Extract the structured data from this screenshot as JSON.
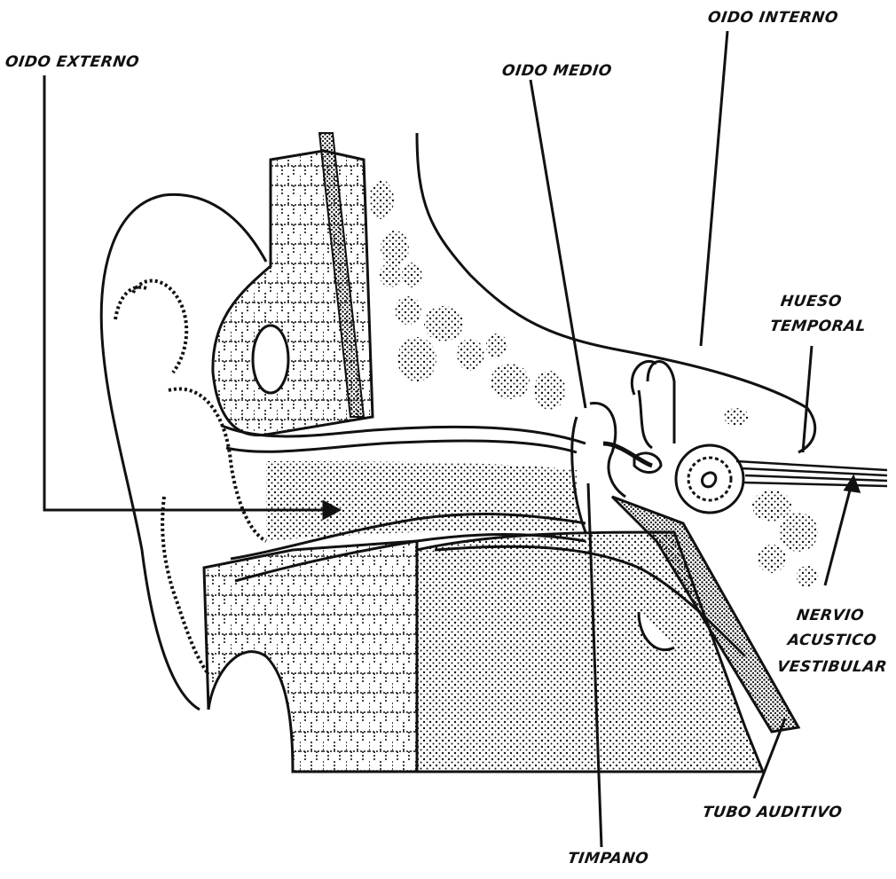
{
  "labels": {
    "oido_externo": "OIDO EXTERNO",
    "oido_medio": "OIDO MEDIO",
    "oido_interno": "OIDO INTERNO",
    "hueso_temporal_1": "HUESO",
    "hueso_temporal_2": "TEMPORAL",
    "nervio_1": "NERVIO",
    "nervio_2": "ACUSTICO",
    "nervio_3": "VESTIBULAR",
    "tubo_auditivo": "TUBO AUDITIVO",
    "timpano": "TIMPANO"
  },
  "colors": {
    "ink": "#111111",
    "paper": "#ffffff"
  }
}
